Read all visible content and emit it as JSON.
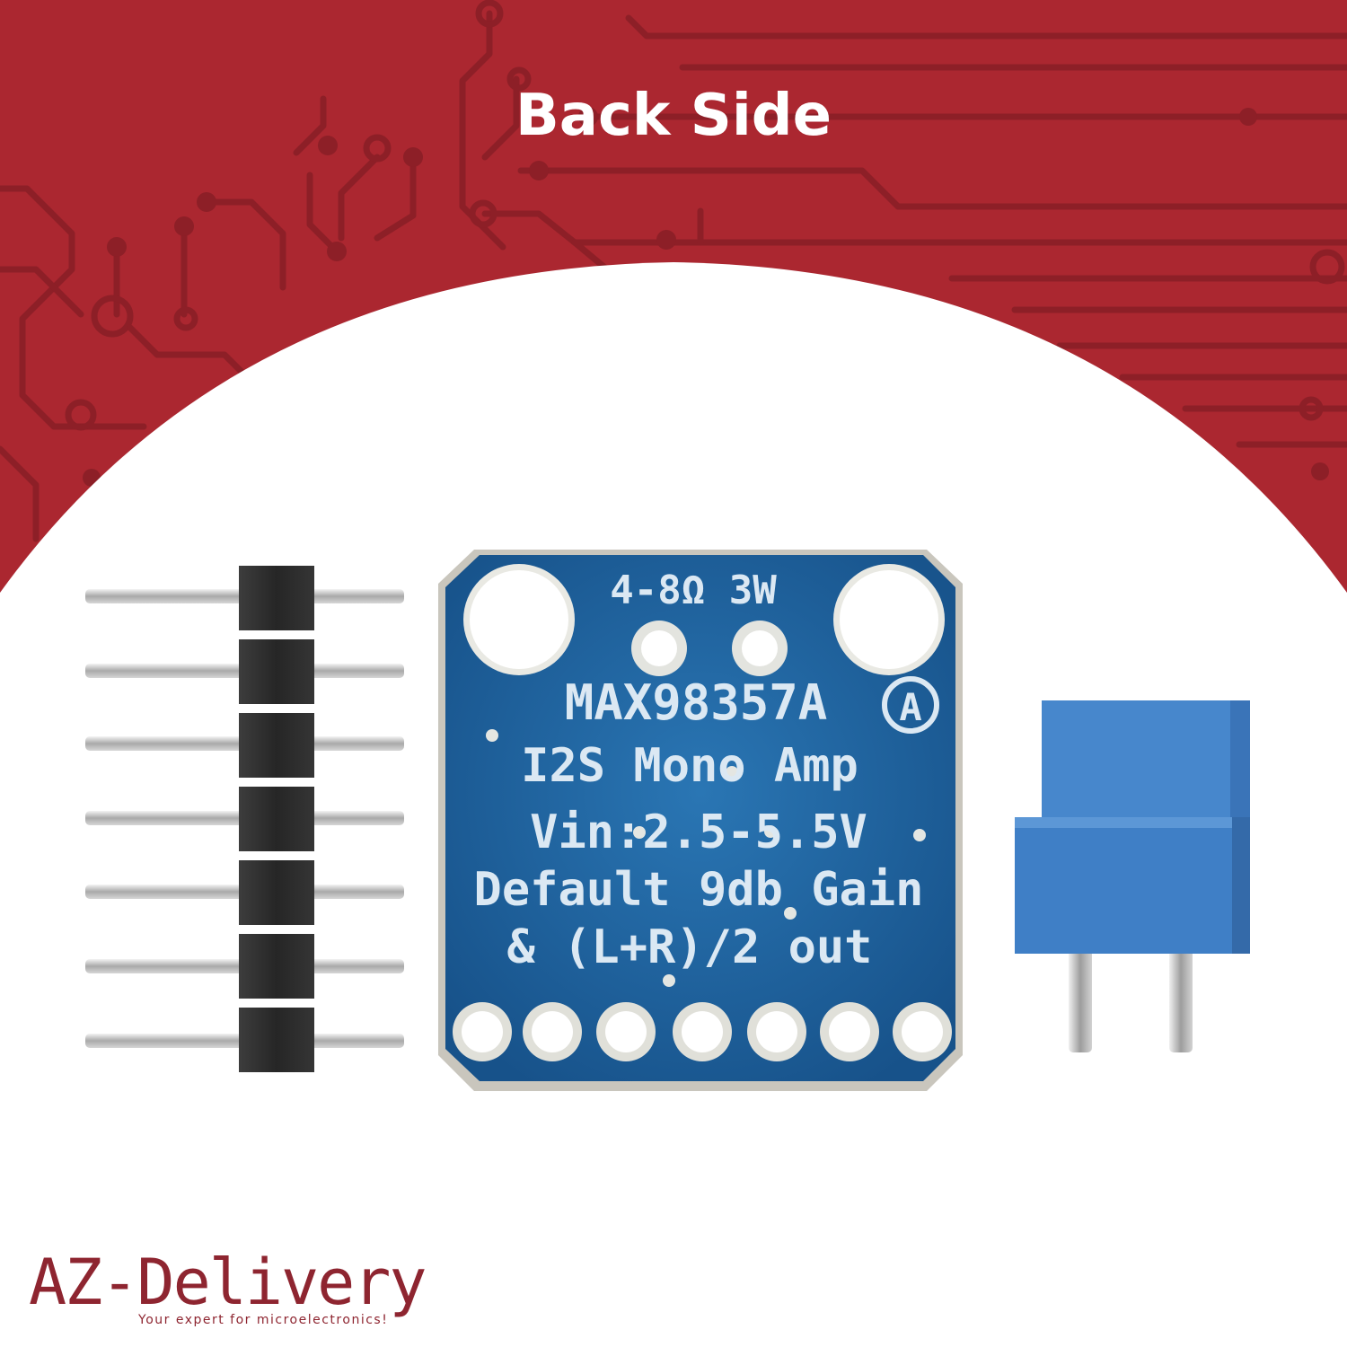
{
  "header": {
    "title": "Back Side"
  },
  "board": {
    "line1": "4-8Ω  3W",
    "line2": "MAX98357A",
    "badge": "A",
    "line3": "I2S Mono Amp",
    "line4": "Vin:2.5-5.5V",
    "line5": "Default 9db Gain",
    "line6": "& (L+R)/2 out"
  },
  "brand": {
    "logo": "AZ-Delivery",
    "tagline": "Your expert for microelectronics!"
  },
  "colors": {
    "banner_red": "#ab2730",
    "trace_red": "#8d1f27",
    "pcb_blue": "#1d5f99",
    "terminal_blue": "#3f7fc6",
    "brand_red": "#8e2530"
  }
}
